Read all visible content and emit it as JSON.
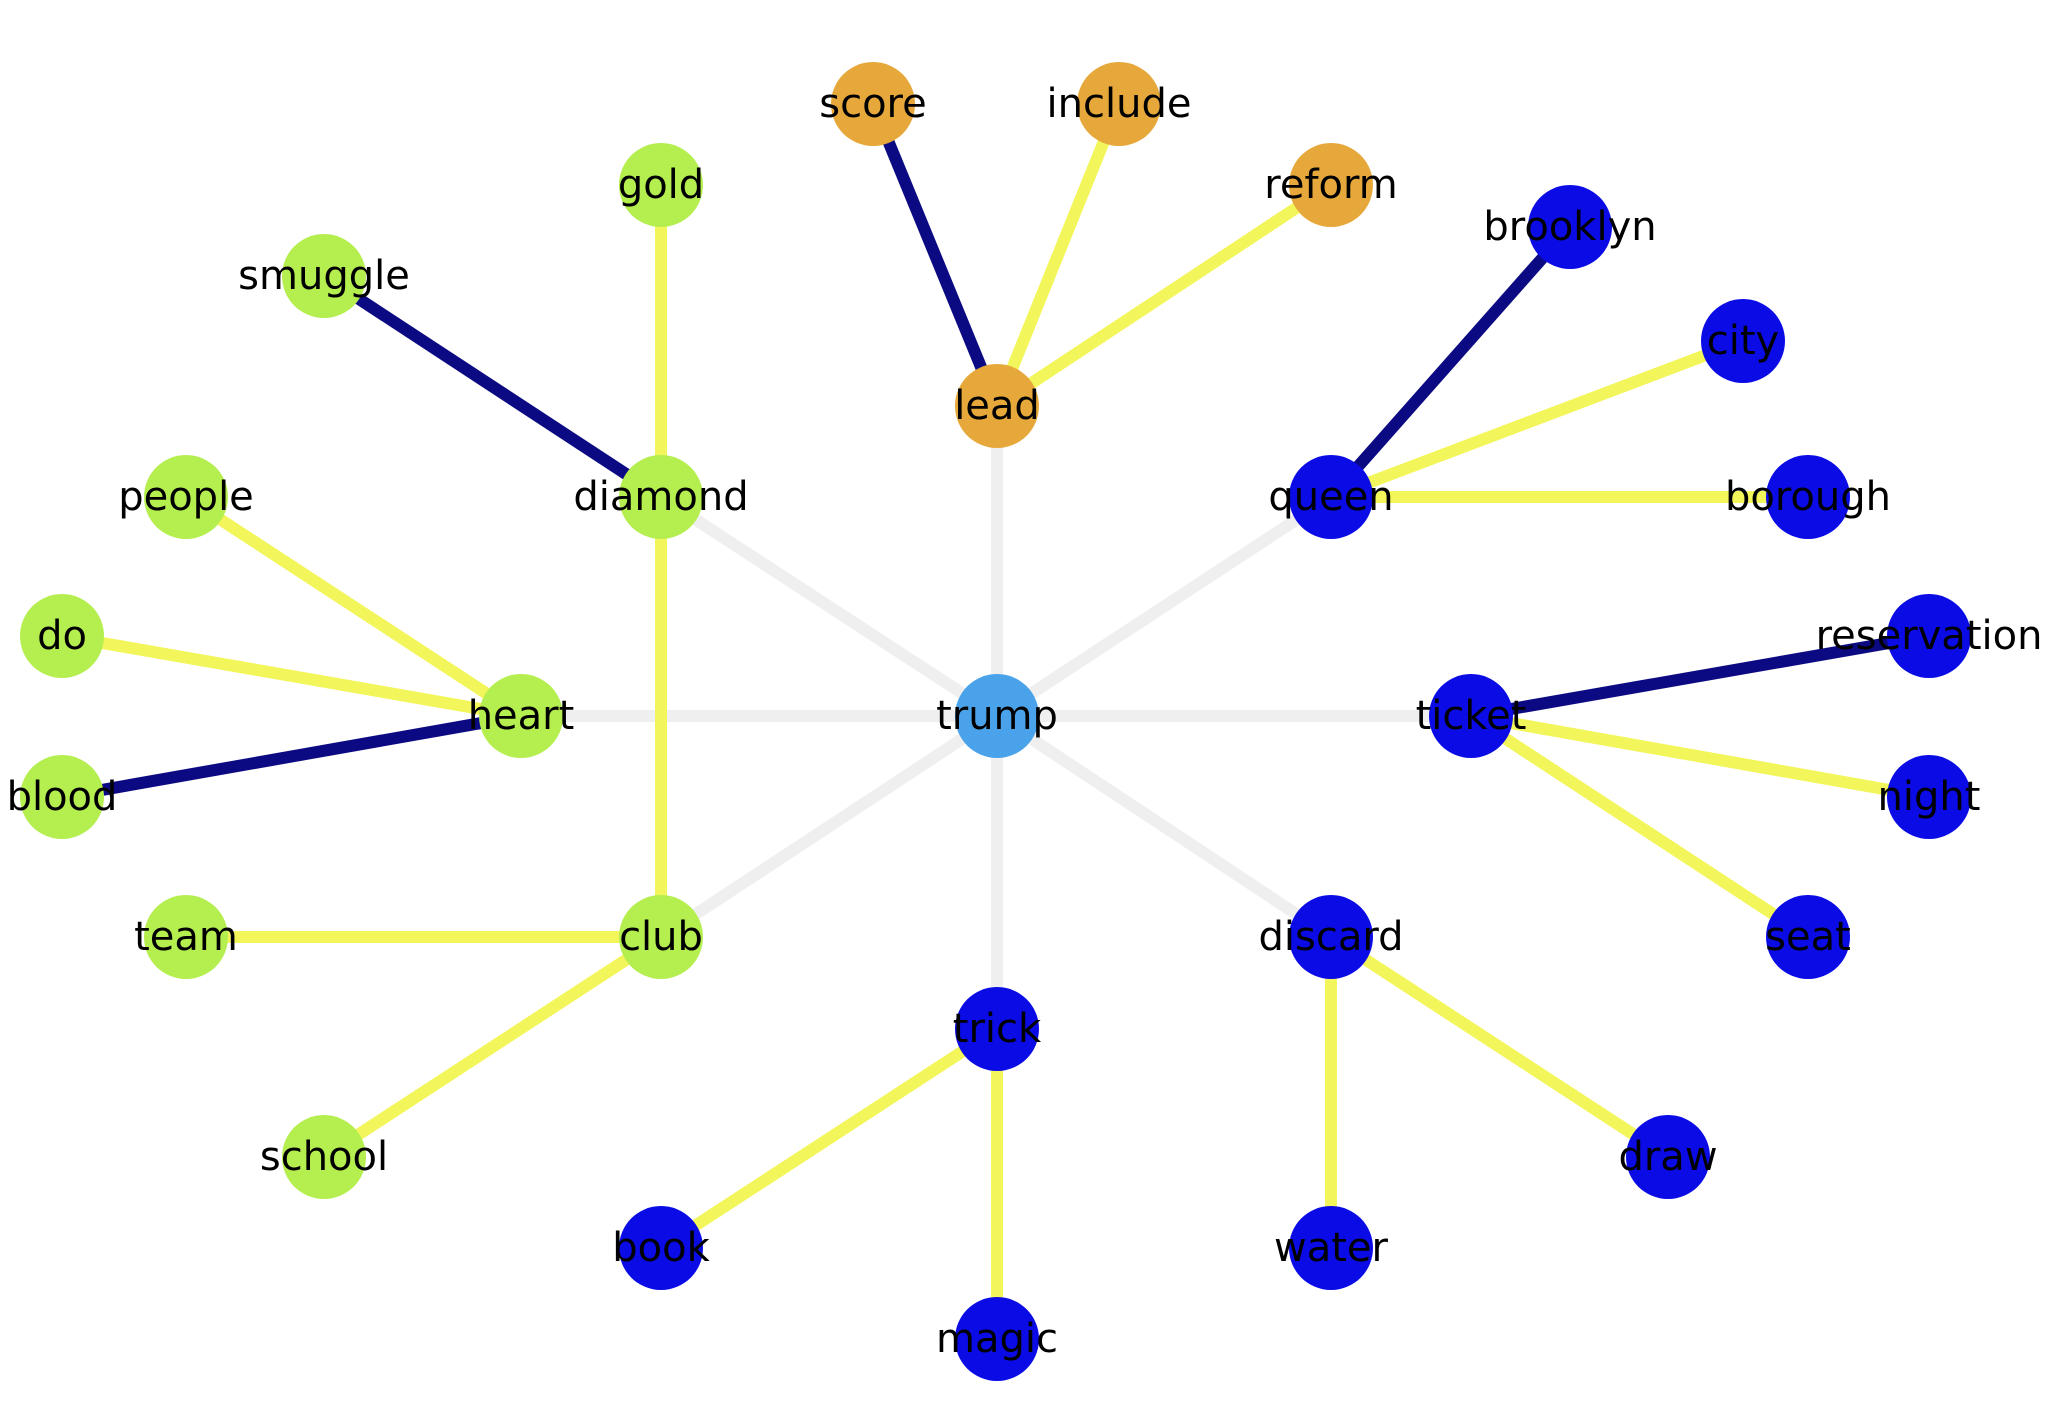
{
  "colors": {
    "center": "#4aa3ea",
    "orange": "#e6a83a",
    "green": "#b5ee4f",
    "blue": "#0b0be6",
    "edge_hub": "#efefef",
    "edge_light": "#f3f65a",
    "edge_dark": "#0c0a82"
  },
  "nodes": [
    {
      "id": "trump",
      "label": "trump",
      "group": "center"
    },
    {
      "id": "lead",
      "label": "lead",
      "group": "orange"
    },
    {
      "id": "score",
      "label": "score",
      "group": "orange"
    },
    {
      "id": "include",
      "label": "include",
      "group": "orange"
    },
    {
      "id": "reform",
      "label": "reform",
      "group": "orange"
    },
    {
      "id": "diamond",
      "label": "diamond",
      "group": "green"
    },
    {
      "id": "gold",
      "label": "gold",
      "group": "green"
    },
    {
      "id": "smuggle",
      "label": "smuggle",
      "group": "green"
    },
    {
      "id": "heart",
      "label": "heart",
      "group": "green"
    },
    {
      "id": "people",
      "label": "people",
      "group": "green"
    },
    {
      "id": "do",
      "label": "do",
      "group": "green"
    },
    {
      "id": "blood",
      "label": "blood",
      "group": "green"
    },
    {
      "id": "club",
      "label": "club",
      "group": "green"
    },
    {
      "id": "team",
      "label": "team",
      "group": "green"
    },
    {
      "id": "school",
      "label": "school",
      "group": "green"
    },
    {
      "id": "queen",
      "label": "queen",
      "group": "blue"
    },
    {
      "id": "brooklyn",
      "label": "brooklyn",
      "group": "blue"
    },
    {
      "id": "city",
      "label": "city",
      "group": "blue"
    },
    {
      "id": "borough",
      "label": "borough",
      "group": "blue"
    },
    {
      "id": "ticket",
      "label": "ticket",
      "group": "blue"
    },
    {
      "id": "reservation",
      "label": "reservation",
      "group": "blue"
    },
    {
      "id": "night",
      "label": "night",
      "group": "blue"
    },
    {
      "id": "seat",
      "label": "seat",
      "group": "blue"
    },
    {
      "id": "discard",
      "label": "discard",
      "group": "blue"
    },
    {
      "id": "draw",
      "label": "draw",
      "group": "blue"
    },
    {
      "id": "water",
      "label": "water",
      "group": "blue"
    },
    {
      "id": "trick",
      "label": "trick",
      "group": "blue"
    },
    {
      "id": "book",
      "label": "book",
      "group": "blue"
    },
    {
      "id": "magic",
      "label": "magic",
      "group": "blue"
    }
  ],
  "edges": [
    {
      "source": "trump",
      "target": "lead",
      "kind": "hub"
    },
    {
      "source": "trump",
      "target": "diamond",
      "kind": "hub"
    },
    {
      "source": "trump",
      "target": "heart",
      "kind": "hub"
    },
    {
      "source": "trump",
      "target": "club",
      "kind": "hub"
    },
    {
      "source": "trump",
      "target": "trick",
      "kind": "hub"
    },
    {
      "source": "trump",
      "target": "discard",
      "kind": "hub"
    },
    {
      "source": "trump",
      "target": "ticket",
      "kind": "hub"
    },
    {
      "source": "trump",
      "target": "queen",
      "kind": "hub"
    },
    {
      "source": "lead",
      "target": "score",
      "kind": "dark"
    },
    {
      "source": "lead",
      "target": "include",
      "kind": "light"
    },
    {
      "source": "lead",
      "target": "reform",
      "kind": "light"
    },
    {
      "source": "diamond",
      "target": "gold",
      "kind": "light"
    },
    {
      "source": "diamond",
      "target": "smuggle",
      "kind": "dark"
    },
    {
      "source": "diamond",
      "target": "club",
      "kind": "light"
    },
    {
      "source": "heart",
      "target": "people",
      "kind": "light"
    },
    {
      "source": "heart",
      "target": "do",
      "kind": "light"
    },
    {
      "source": "heart",
      "target": "blood",
      "kind": "dark"
    },
    {
      "source": "club",
      "target": "team",
      "kind": "light"
    },
    {
      "source": "club",
      "target": "school",
      "kind": "light"
    },
    {
      "source": "queen",
      "target": "brooklyn",
      "kind": "dark"
    },
    {
      "source": "queen",
      "target": "city",
      "kind": "light"
    },
    {
      "source": "queen",
      "target": "borough",
      "kind": "light"
    },
    {
      "source": "ticket",
      "target": "reservation",
      "kind": "dark"
    },
    {
      "source": "ticket",
      "target": "night",
      "kind": "light"
    },
    {
      "source": "ticket",
      "target": "seat",
      "kind": "light"
    },
    {
      "source": "discard",
      "target": "draw",
      "kind": "light"
    },
    {
      "source": "discard",
      "target": "water",
      "kind": "light"
    },
    {
      "source": "trick",
      "target": "book",
      "kind": "light"
    },
    {
      "source": "trick",
      "target": "magic",
      "kind": "light"
    }
  ]
}
